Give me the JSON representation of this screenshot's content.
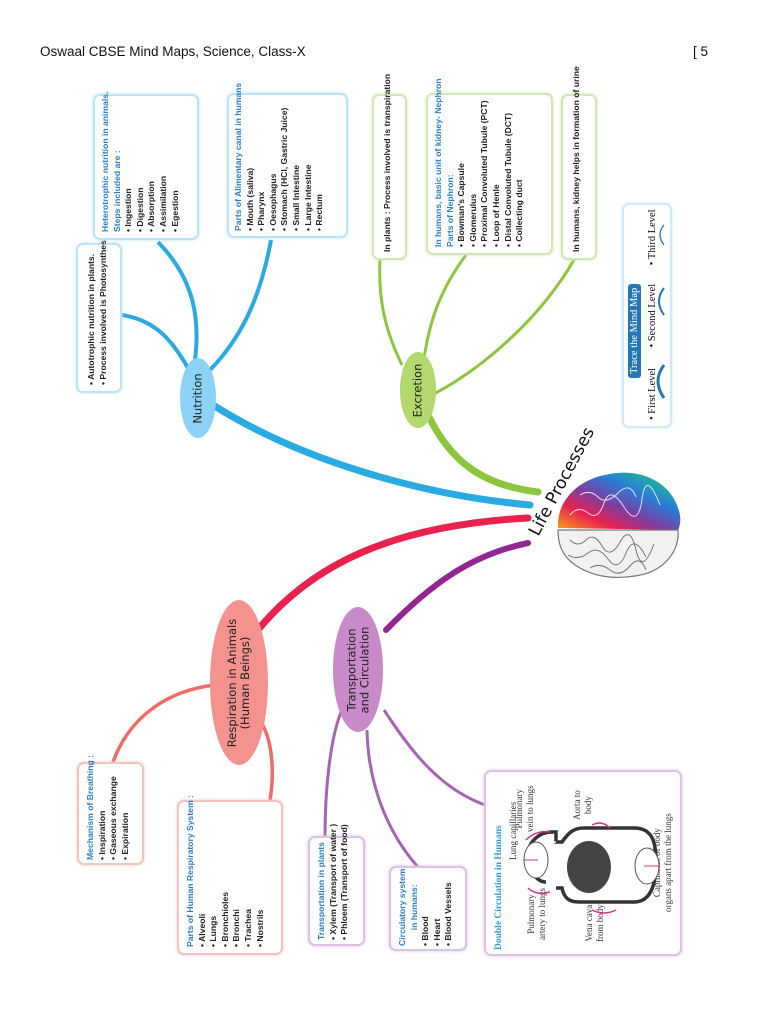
{
  "header": {
    "title": "Oswaal CBSE Mind Maps, Science, Class-X",
    "page": "[ 5"
  },
  "center": {
    "title": "Life Processes",
    "image": "brain-icon"
  },
  "colors": {
    "nutrition": "#29abe2",
    "excretion": "#8cc63f",
    "respiration": "#e8214f",
    "transportation": "#93278f",
    "title_blue": "#2a7fc1"
  },
  "branches": {
    "nutrition": {
      "label": "Nutrition",
      "boxes": {
        "autotrophic": {
          "items": [
            "• Autotrophic nutrition in plants.",
            "• Process involved is Photosynthesis."
          ]
        },
        "heterotrophic": {
          "title": "Heterotrophic nutrition in animals.",
          "subtitle": "Steps included are :",
          "items": [
            "• Ingestion",
            "• Digestion",
            "• Absorption",
            "• Assimilation",
            "• Egestion"
          ]
        },
        "alimentary": {
          "title": "Parts of Alimentary canal in humans",
          "items": [
            "• Mouth (saliva)",
            "• Pharynx",
            "• Oesophagus",
            "• Stomach (HCl, Gastric Juice)",
            "• Small Intestine",
            "• Large Intestine",
            "• Rectum"
          ]
        }
      }
    },
    "excretion": {
      "label": "Excretion",
      "boxes": {
        "plants": {
          "text": "In plants : Process involved is transpiration"
        },
        "nephron": {
          "title": "In humans, basic unit of kidney- Nephron",
          "subtitle": "Parts of Nephron:",
          "items": [
            "• Bowman's Capsule",
            "• Glomerulus",
            "• Proximal Convoluted Tubule (PCT)",
            "• Loop of Henle",
            "• Distal Convoluted Tubule (DCT)",
            "• Collecting duct"
          ]
        },
        "kidney": {
          "text": "In humans, kidney helps in formation of urine"
        }
      }
    },
    "respiration": {
      "label_line1": "Respiration in Animals",
      "label_line2": "(Human Beings)",
      "boxes": {
        "breathing": {
          "title": "Mechanism of Breathing :",
          "items": [
            "• Inspiration",
            "• Gaseous exchange",
            "• Expiration"
          ]
        },
        "system": {
          "title": "Parts of Human Respiratory System :",
          "items": [
            "• Alveoli",
            "• Lungs",
            "• Bronchioles",
            "• Bronchi",
            "• Trachea",
            "• Nostrils"
          ]
        }
      }
    },
    "transportation": {
      "label_line1": "Transportation",
      "label_line2": "and Circulation",
      "boxes": {
        "plants": {
          "title": "Transportation in plants",
          "items": [
            "• Xylem (Transport of water )",
            "• Phloem (Transport of food)"
          ]
        },
        "circulatory": {
          "title_line1": "Circulatory system",
          "title_line2": "in humans:",
          "items": [
            "• Blood",
            "• Heart",
            "• Blood Vessels"
          ]
        },
        "double": {
          "title": "Double Circulation in Humans",
          "labels": {
            "lung_capillaries": "Lung capillaries",
            "pulmonary_vein_1": "Pulmonary",
            "pulmonary_vein_2": "vein to lungs",
            "aorta_1": "Aorta to",
            "aorta_2": "body",
            "pulmonary_artery_1": "Pulmonary",
            "pulmonary_artery_2": "artery to lungs",
            "vena_cava_1": "Vena cava",
            "vena_cava_2": "from body",
            "capillaries_1": "Capillaries of body",
            "capillaries_2": "organs apart from the lungs"
          }
        }
      }
    }
  },
  "trace": {
    "title": "Trace the Mind Map",
    "levels": [
      "• First Level",
      "• Second Level",
      "• Third Level"
    ]
  }
}
